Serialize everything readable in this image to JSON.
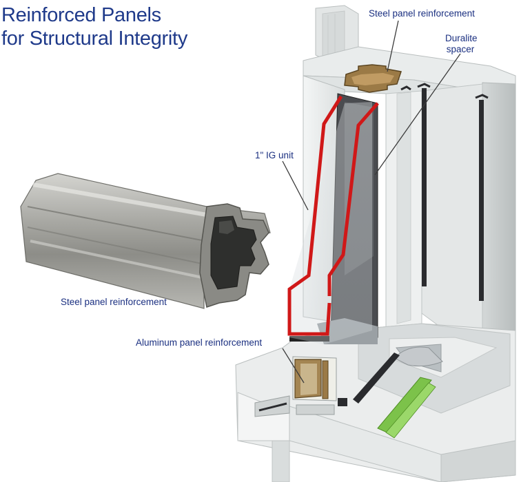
{
  "title": {
    "line1": "Reinforced Panels",
    "line2": "for Structural Integrity"
  },
  "callouts": {
    "steel_top": "Steel panel reinforcement",
    "duralite_line1": "Duralite",
    "duralite_line2": "spacer",
    "ig_unit": "1\" IG unit",
    "steel_left": "Steel panel reinforcement",
    "aluminum": "Aluminum panel reinforcement"
  },
  "colors": {
    "title": "#1f3a8a",
    "callout_text": "#1a2f80",
    "glass_edge": "#d01818",
    "spacer": "#3a3c40",
    "steel": "#9a9a96",
    "aluminum": "#8a6a3a",
    "vinyl": "#ebeeee",
    "green_strip": "#7cc24a"
  }
}
